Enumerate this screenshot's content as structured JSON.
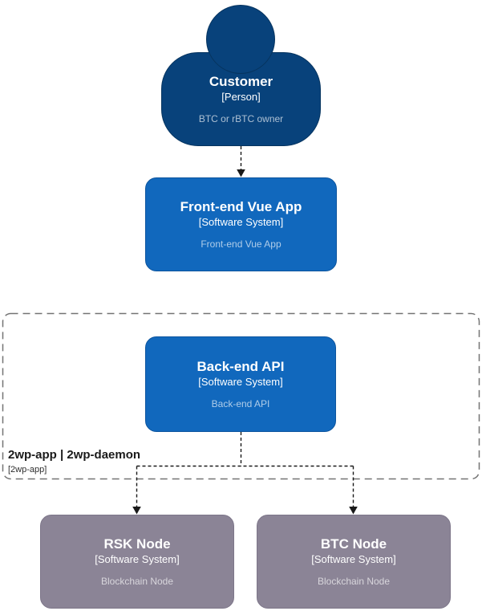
{
  "colors": {
    "person_fill": "#08427b",
    "system_fill": "#1168bd",
    "external_fill": "#8b8496",
    "boundary_stroke": "#737373",
    "connector": "#1a1a1a"
  },
  "nodes": {
    "customer": {
      "title": "Customer",
      "type": "[Person]",
      "description": "BTC or rBTC owner"
    },
    "frontend": {
      "title": "Front-end Vue App",
      "type": "[Software System]",
      "description": "Front-end Vue App"
    },
    "backend": {
      "title": "Back-end API",
      "type": "[Software System]",
      "description": "Back-end API"
    },
    "rsk_node": {
      "title": "RSK Node",
      "type": "[Software System]",
      "description": "Blockchain Node"
    },
    "btc_node": {
      "title": "BTC Node",
      "type": "[Software System]",
      "description": "Blockchain Node"
    }
  },
  "boundary": {
    "title": "2wp-app | 2wp-daemon",
    "type": "[2wp-app]"
  },
  "edges": [
    {
      "from": "Customer",
      "to": "Front-end Vue App",
      "style": "dashed-arrow"
    },
    {
      "from": "Back-end API",
      "to": "RSK Node",
      "style": "dashed-arrow"
    },
    {
      "from": "Back-end API",
      "to": "BTC Node",
      "style": "dashed-arrow"
    }
  ]
}
